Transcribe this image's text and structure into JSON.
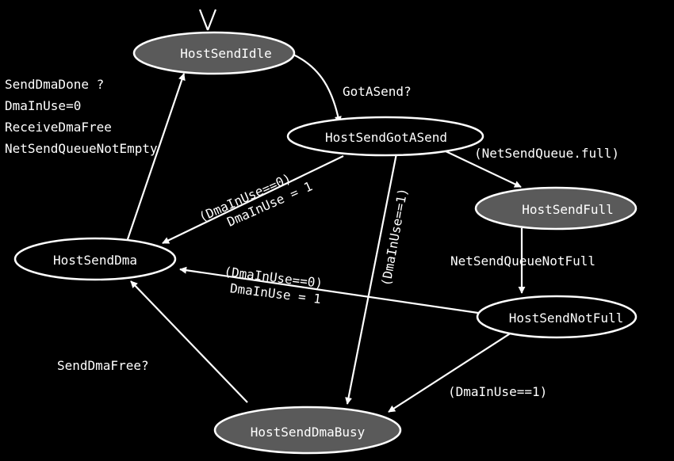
{
  "states": {
    "host_send_idle": "HostSendIdle",
    "host_send_got_a_send": "HostSendGotASend",
    "host_send_full": "HostSendFull",
    "host_send_dma": "HostSendDma",
    "host_send_not_full": "HostSendNotFull",
    "host_send_dma_busy": "HostSendDmaBusy"
  },
  "transitions": {
    "idle_to_got_a_send": "GotASend?",
    "got_a_send_to_full": "(NetSendQueue.full)",
    "full_to_not_full": "NetSendQueueNotFull",
    "got_a_send_to_dma": [
      "(DmaInUse==0)",
      "DmaInUse = 1"
    ],
    "got_a_send_to_dma_busy": "(DmaInUse==1)",
    "not_full_to_dma": [
      "(DmaInUse==0)",
      "DmaInUse = 1"
    ],
    "not_full_to_dma_busy": "(DmaInUse==1)",
    "dma_busy_to_dma": "SendDmaFree?",
    "dma_to_idle": [
      "SendDmaDone ?",
      "DmaInUse=0",
      "ReceiveDmaFree",
      "NetSendQueueNotEmpty"
    ]
  }
}
